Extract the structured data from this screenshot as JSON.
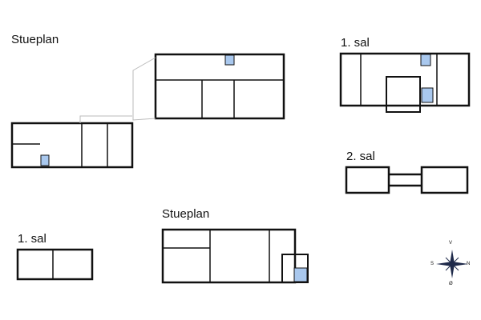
{
  "floor_labels": {
    "ground_top": "Stueplan",
    "first_top": "1. sal",
    "second_top": "2. sal",
    "first_bottom": "1. sal",
    "ground_bottom": "Stueplan"
  },
  "compass": {
    "north": "N",
    "south": "S",
    "east": "Ø",
    "west": "V"
  },
  "colors": {
    "wall": "#111111",
    "bathroom": "#a9c8ee",
    "thin_line": "#bbbbbb"
  }
}
